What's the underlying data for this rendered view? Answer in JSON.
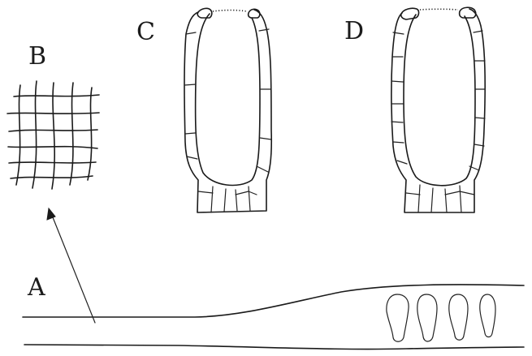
{
  "labels": {
    "a": "A",
    "b": "B",
    "c": "C",
    "d": "D"
  },
  "colors": {
    "ink": "#1a1a1a",
    "background": "#ffffff"
  }
}
